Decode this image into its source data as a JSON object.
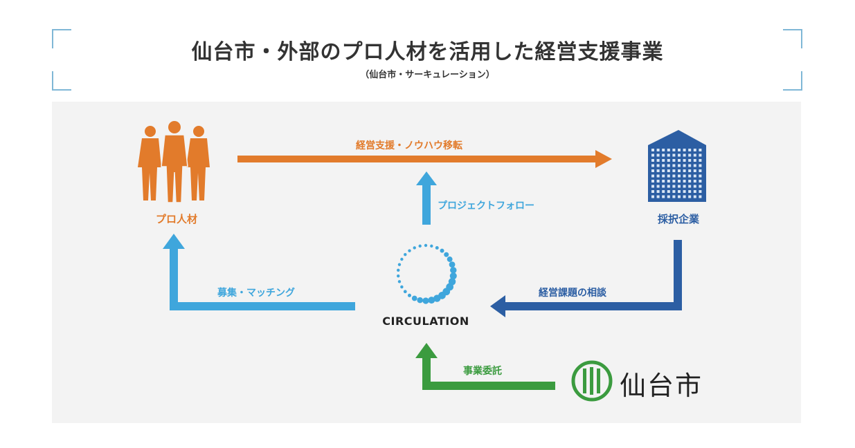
{
  "header": {
    "title": "仙台市・外部のプロ人材を活用した経営支援事業",
    "subtitle": "（仙台市・サーキュレーション）"
  },
  "nodes": {
    "pro_talent": "プロ人材",
    "company": "採択企業",
    "circulation": "CIRCULATION",
    "city": "仙台市"
  },
  "flows": {
    "management_support": "経営支援・ノウハウ移転",
    "project_follow": "プロジェクトフォロー",
    "recruit_matching": "募集・マッチング",
    "consultation": "経営課題の相談",
    "commission": "事業委託"
  },
  "colors": {
    "orange": "#e27b2b",
    "light_blue": "#3fa6dc",
    "dark_blue": "#2c5ea3",
    "green": "#3b9b3f"
  }
}
